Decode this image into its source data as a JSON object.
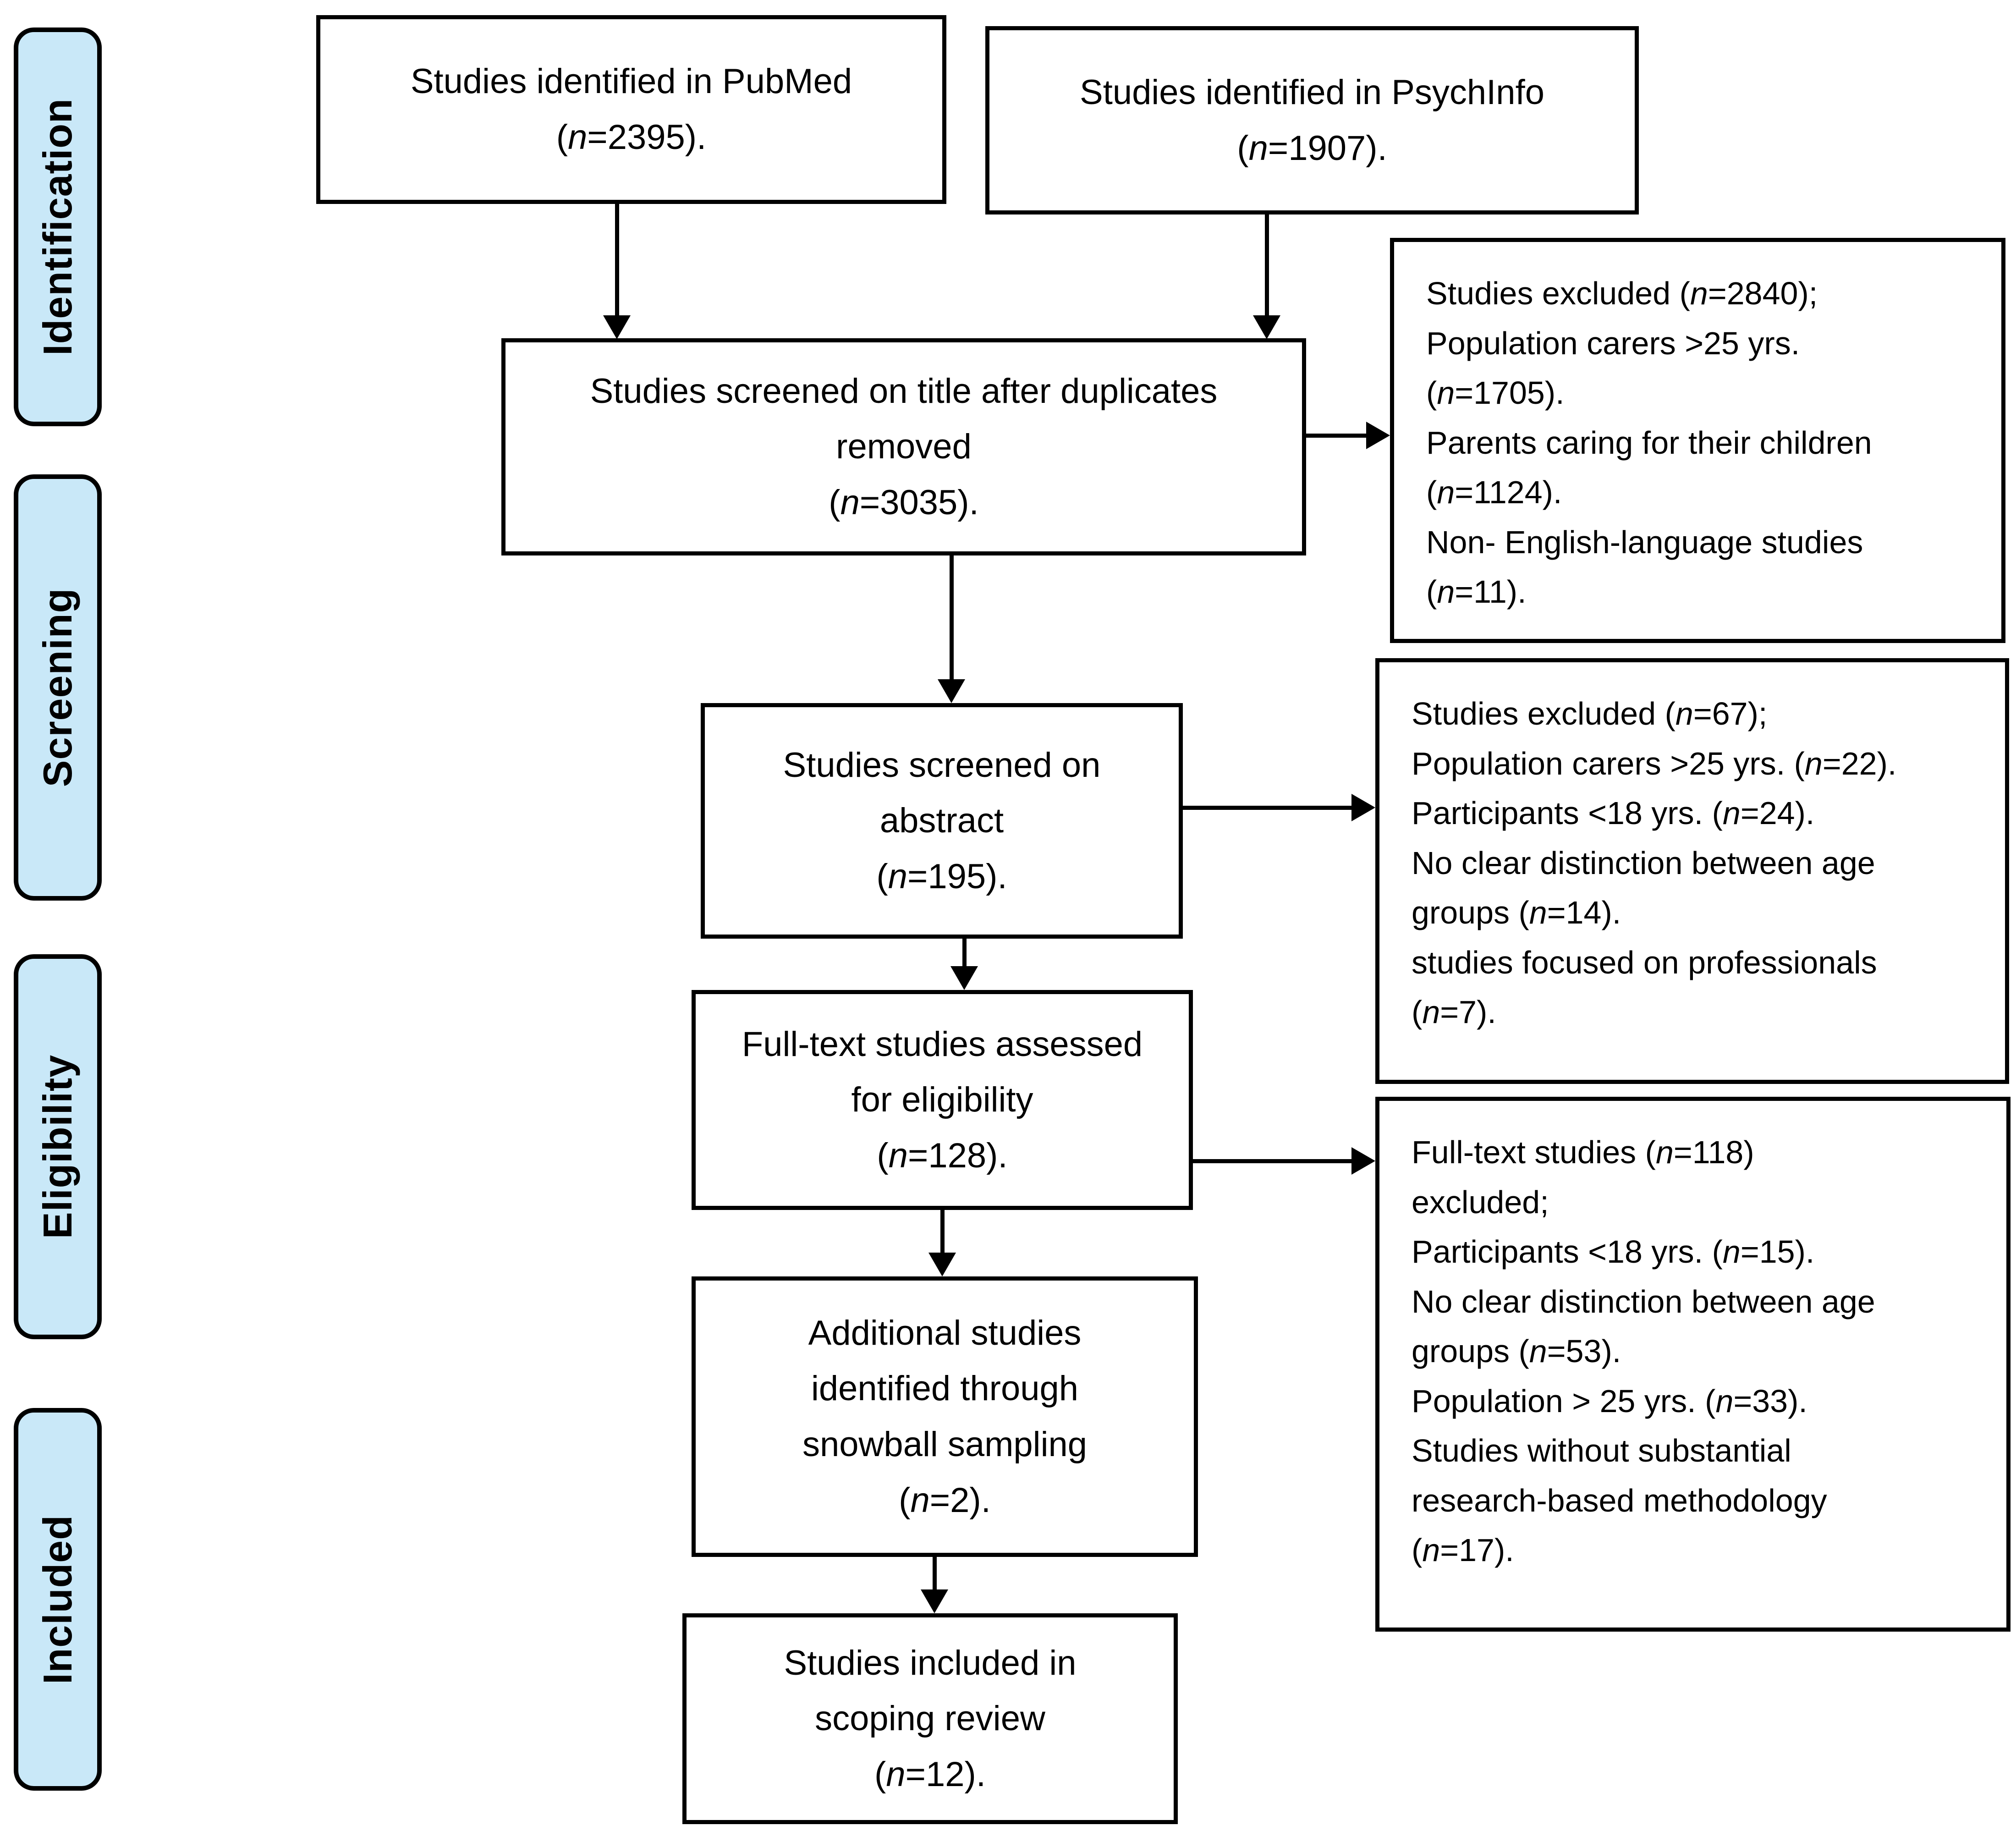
{
  "stages": [
    {
      "label": "Identification"
    },
    {
      "label": "Screening"
    },
    {
      "label": "Eligibility"
    },
    {
      "label": "Included"
    }
  ],
  "boxes": {
    "pubmed": {
      "text": "Studies identified in PubMed\n(n=2395)."
    },
    "psychinfo": {
      "text": "Studies identified in PsychInfo\n(n=1907)."
    },
    "title_screen": {
      "text": "Studies screened on title after duplicates\nremoved\n(n=3035)."
    },
    "abstract_screen": {
      "text": "Studies screened on\nabstract\n(n=195)."
    },
    "fulltext": {
      "text": "Full-text studies assessed\nfor eligibility\n(n=128)."
    },
    "snowball": {
      "text": "Additional studies\nidentified through\nsnowball sampling\n(n=2)."
    },
    "included": {
      "text": "Studies included in\nscoping review\n(n=12)."
    }
  },
  "exclusions": {
    "title_excluded": {
      "text": "Studies excluded (n=2840);\nPopulation carers >25 yrs.\n(n=1705).\nParents caring for their children\n(n=1124).\nNon- English-language studies\n(n=11)."
    },
    "abstract_excluded": {
      "text": "Studies excluded (n=67);\nPopulation carers >25 yrs. (n=22).\nParticipants <18 yrs. (n=24).\nNo clear distinction between age\ngroups (n=14).\nstudies focused on professionals\n(n=7)."
    },
    "fulltext_excluded": {
      "text": "Full-text studies (n=118)\nexcluded;\nParticipants <18 yrs. (n=15).\nNo clear distinction between age\ngroups (n=53).\nPopulation > 25 yrs. (n=33).\nStudies without substantial\nresearch-based methodology\n(n=17)."
    }
  },
  "colors": {
    "stage_fill": "#C9E8F8",
    "line": "#000000",
    "background": "#FFFFFF"
  }
}
